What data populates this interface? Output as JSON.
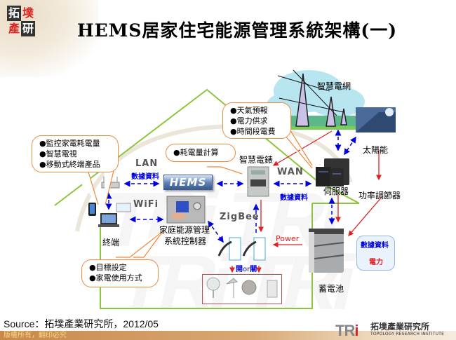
{
  "header": {
    "logo_chars": [
      "拓",
      "墣",
      "產",
      "研"
    ],
    "title": "HEMS居家住宅能源管理系統架構(一)"
  },
  "diagram": {
    "nodes": {
      "smart_grid": "智慧電網",
      "solar": "太陽能",
      "power_conditioner": "功率調節器",
      "server": "伺服器",
      "smart_meter": "智慧電錶",
      "hems": "HEMS",
      "hems_controller_line1": "家庭能源管理",
      "hems_controller_line2": "系統控制器",
      "terminal": "終端",
      "battery": "蓄電池",
      "switch_label_on": "開",
      "switch_label_or": "or",
      "switch_label_off": "關"
    },
    "protocols": {
      "lan": "LAN",
      "wifi": "WiFi",
      "wan": "WAN",
      "zigbee": "ZigBee",
      "power": "Power"
    },
    "data_tags": {
      "lan_data": "數據資料",
      "wan_data": "數據資料"
    },
    "callouts": {
      "grid_info": [
        "●天氣預報",
        "●電力供求",
        "●時間段電費"
      ],
      "terminal_info": [
        "●監控家電耗電量",
        "●智慧電視",
        "●移動式終端產品"
      ],
      "meter_info": [
        "●耗電量計算"
      ],
      "controller_info": [
        "●目標設定",
        "●家電使用方式"
      ]
    },
    "legend": {
      "data_label": "數據資料",
      "power_label": "電力",
      "data_color": "#0000dd",
      "power_color": "#e02020"
    },
    "colors": {
      "house_outline": "#8cc63f",
      "callout_border": "#f08a3c",
      "appliance_box_border": "#c0504d"
    }
  },
  "footer": {
    "source": "Source：拓墣產業研究所，2012/05",
    "copyright": "版權所有，翻印必究",
    "tri_mark": "TR",
    "tri_mark_i": "i",
    "tri_cn": "拓墣產業研究所",
    "tri_en": "TOPOLOGY RESEARCH INSTITUTE"
  }
}
